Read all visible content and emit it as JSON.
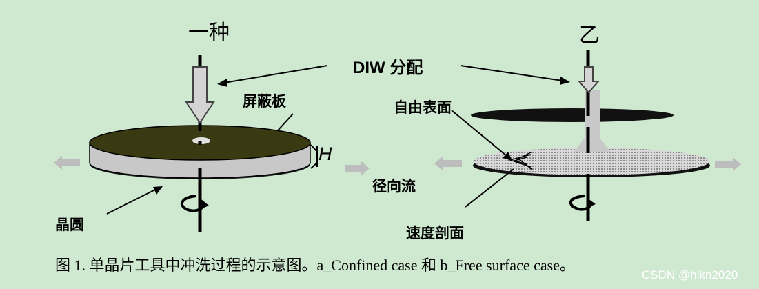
{
  "labels": {
    "case_a": "一种",
    "case_b": "乙",
    "diw_dispense": "DIW 分配",
    "shield_plate": "屏蔽板",
    "free_surface": "自由表面",
    "radial_flow": "径向流",
    "wafer": "晶圆",
    "velocity_profile": "速度剖面",
    "gap_height": "H"
  },
  "caption": "图 1. 单晶片工具中冲洗过程的示意图。a_Confined case 和 b_Free surface case。",
  "watermark": "CSDN @hlkn2020",
  "colors": {
    "background": "#cfe8d0",
    "shield_top": "#3a3a12",
    "wafer_side": "#c8c8c8",
    "flow_arrow": "#bdbdbd"
  }
}
